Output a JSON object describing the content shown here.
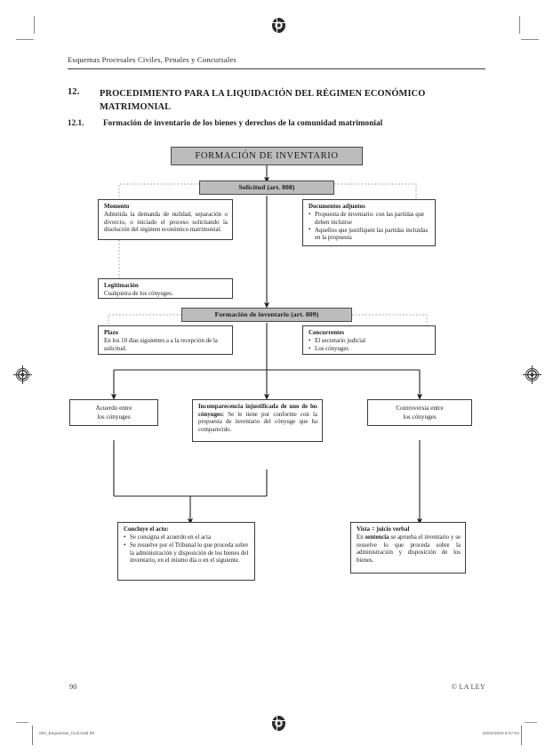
{
  "running_head": "Esquemas Procesales Civiles, Penales y Concursales",
  "heading": {
    "number": "12.",
    "title": "PROCEDIMIENTO PARA LA LIQUIDACIÓN DEL RÉGIMEN ECONÓMICO MATRIMONIAL",
    "sub_number": "12.1.",
    "sub_title": "Formación de inventario de los bienes y derechos de la comunidad matrimonial"
  },
  "diagram": {
    "title_bar": "FORMACIÓN DE INVENTARIO",
    "stage_1": "Solicitud (art. 808)",
    "stage_2": "Formación de inventario (art. 809)",
    "momento": {
      "title": "Momento",
      "body": "Admitida la demanda de nulidad, separación o divorcio, o iniciado el proceso solicitando la disolución del régimen económico matrimonial."
    },
    "legitimacion": {
      "title": "Legitimación",
      "body": "Cualquiera de los cónyuges."
    },
    "documentos": {
      "title": "Documentos adjuntos",
      "items": [
        "Propuesta de inventario: con las partidas que deben incluirse",
        "Aquellos que justifiquen las partidas incluidas en la propuesta"
      ]
    },
    "plazo": {
      "title": "Plazo",
      "body": "En los 10 días siguientes a a la recepción de la solicitud."
    },
    "concurrentes": {
      "title": "Concurrentes",
      "items": [
        "El secretario judicial",
        "Los cónyuges"
      ]
    },
    "acuerdo": {
      "line1": "Acuerdo entre",
      "line2": "los cónyuges"
    },
    "incomparecencia": {
      "title": "Incomparecencia injustificada de uno de los cónyuges:",
      "body": " Se le tiene por conforme con la propuesta de inventario del cónyuge que ha comparecido."
    },
    "controversia": {
      "line1": "Controversia entre",
      "line2": "los cónyuges"
    },
    "concluye": {
      "title": "Concluye el acto:",
      "items": [
        "Se consigna el acuerdo en el acta",
        "Se resuelve por el Tribunal lo que proceda sobre la administración y disposición de los bienes del inventario, en el mismo día o en el siguiente."
      ]
    },
    "vista": {
      "title": "Vista = juicio verbal",
      "prefix": "En ",
      "emphasis": "sentencia",
      "body": " se aprueba el inventario y se resuelve lo que proceda sobre la administración y disposición de los bienes."
    }
  },
  "footer": {
    "page_number": "90",
    "copyright": "© LA LEY"
  },
  "print_slug": {
    "file": "004_Esquemas_Civil.indd   90",
    "timestamp": "15/04/2010   8:47:04"
  }
}
